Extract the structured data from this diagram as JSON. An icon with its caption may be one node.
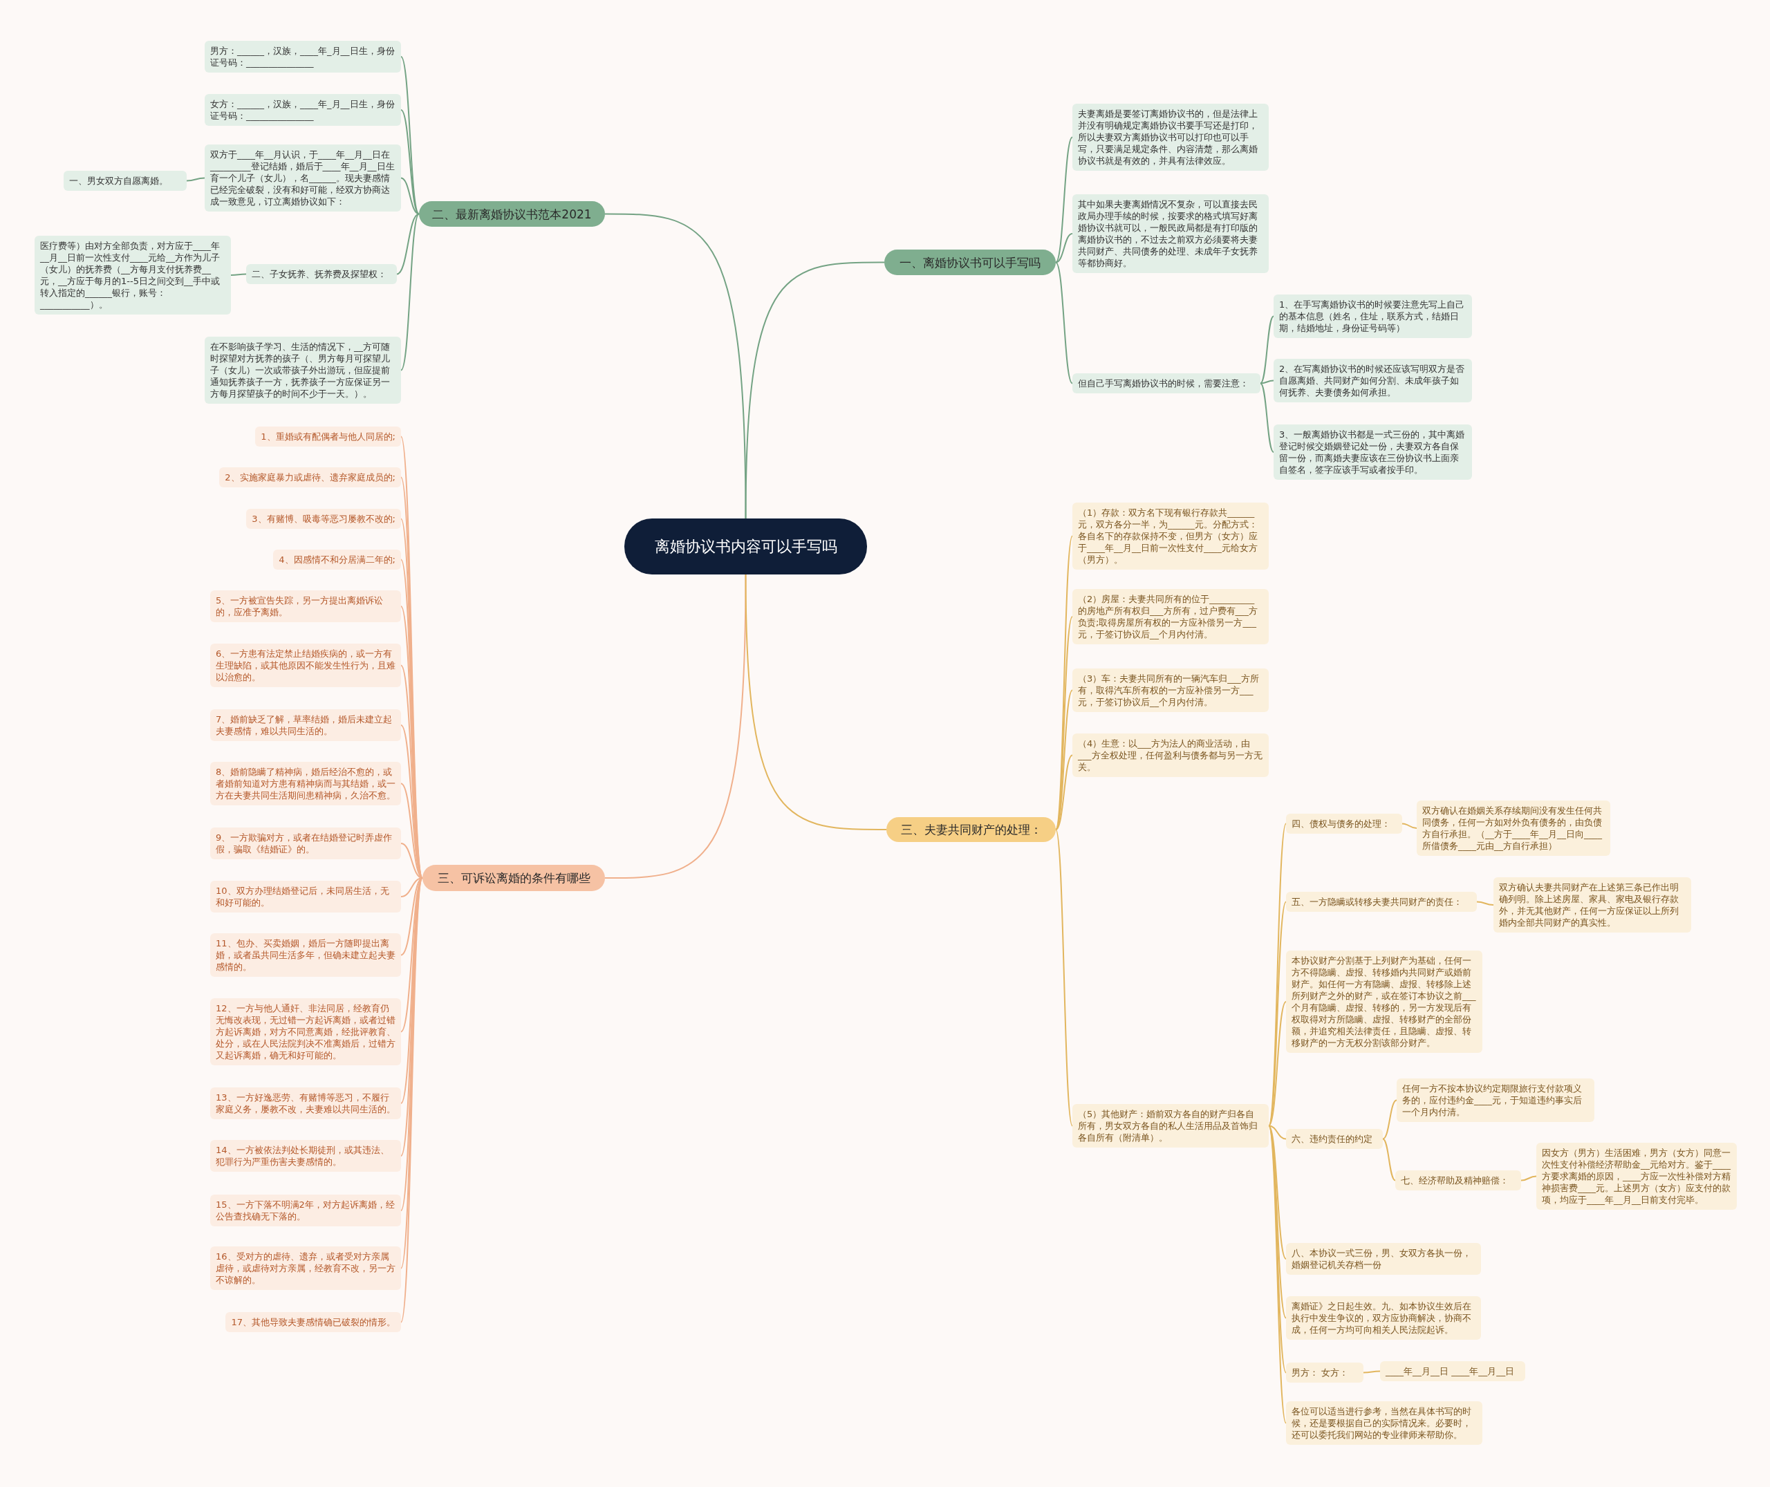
{
  "diagram": {
    "nodes": [
      {
        "text": [
          "离婚协议书内容可以手写吗"
        ]
      },
      {
        "text": [
          "一、离婚协议书可以手写吗"
        ]
      },
      {
        "text": [
          "夫妻离婚是要签订离婚协议书的，但是法律上并没有明确规定离婚协议书要手写还是打印，所以夫妻双方离婚协议书可以打印也可以手写，只要满足规定条件、内容清楚，那么离婚协议书就是有效的，并具有法律效应。"
        ]
      },
      {
        "text": [
          "其中如果夫妻离婚情况不复杂，可以直接去民政局办理手续的时候，按要求的格式填写好离婚协议书就可以，一般民政局都是有打印版的离婚协议书的，不过去之前双方必须要将夫妻共同财产、共同债务的处理、未成年子女抚养等都协商好。"
        ]
      },
      {
        "text": [
          "但自己手写离婚协议书的时候，需要注意："
        ]
      },
      {
        "text": [
          "1、在手写离婚协议书的时候要注意先写上自己的基本信息（姓名，住址，联系方式，结婚日期，结婚地址，身份证号码等）"
        ]
      },
      {
        "text": [
          "2、在写离婚协议书的时候还应该写明双方是否自愿离婚、共同财产如何分割、未成年孩子如何抚养、夫妻债务如何承担。"
        ]
      },
      {
        "text": [
          "3、一般离婚协议书都是一式三份的，其中离婚登记时候交婚姻登记处一份，夫妻双方各自保留一份，而离婚夫妻应该在三份协议书上面亲自签名，签字应该手写或者按手印。"
        ]
      },
      {
        "text": [
          "二、最新离婚协议书范本2021"
        ]
      },
      {
        "text": [
          "男方：______，汉族，____年_月__日生，身份证号码：_______________"
        ]
      },
      {
        "text": [
          "女方：______，汉族，____年_月__日生，身份证号码：_______________"
        ]
      },
      {
        "text": [
          "双方于____年__月认识，于____年__月__日在_________登记结婚，婚后于____年__月__日生育一个儿子（女儿），名______。现夫妻感情已经完全破裂，没有和好可能，经双方协商达成一致意见，订立离婚协议如下："
        ]
      },
      {
        "text": [
          "一、男女双方自愿离婚。"
        ]
      },
      {
        "text": [
          "二、子女抚养、抚养费及探望权："
        ]
      },
      {
        "text": [
          "医疗费等）由对方全部负责，对方应于____年__月__日前一次性支付____元给__方作为儿子（女儿）的抚养费（__方每月支付抚养费__元，__方应于每月的1--5日之间交到__手中或转入指定的______银行，账号：___________）。"
        ]
      },
      {
        "text": [
          "在不影响孩子学习、生活的情况下，__方可随时探望对方抚养的孩子（、男方每月可探望儿子（女儿）一次或带孩子外出游玩，但应提前通知抚养孩子一方，抚养孩子一方应保证另一方每月探望孩子的时间不少于一天。）。"
        ]
      },
      {
        "text": [
          "三、可诉讼离婚的条件有哪些"
        ]
      },
      {
        "text": [
          "1、重婚或有配偶者与他人同居的;"
        ]
      },
      {
        "text": [
          "2、实施家庭暴力或虐待、遗弃家庭成员的;"
        ]
      },
      {
        "text": [
          "3、有赌博、吸毒等恶习屡教不改的;"
        ]
      },
      {
        "text": [
          "4、因感情不和分居满二年的;"
        ]
      },
      {
        "text": [
          "5、一方被宣告失踪，另一方提出离婚诉讼的，应准予离婚。"
        ]
      },
      {
        "text": [
          "6、一方患有法定禁止结婚疾病的，或一方有生理缺陷，或其他原因不能发生性行为，且难以治愈的。"
        ]
      },
      {
        "text": [
          "7、婚前缺乏了解，草率结婚，婚后未建立起夫妻感情，难以共同生活的。"
        ]
      },
      {
        "text": [
          "8、婚前隐瞒了精神病，婚后经治不愈的，或者婚前知道对方患有精神病而与其结婚，或一方在夫妻共同生活期间患精神病，久治不愈。"
        ]
      },
      {
        "text": [
          "9、一方欺骗对方，或者在结婚登记时弄虚作假，骗取《结婚证》的。"
        ]
      },
      {
        "text": [
          "10、双方办理结婚登记后，未同居生活，无和好可能的。"
        ]
      },
      {
        "text": [
          "11、包办、买卖婚姻，婚后一方随即提出离婚，或者虽共同生活多年，但确未建立起夫妻感情的。"
        ]
      },
      {
        "text": [
          "12、一方与他人通奸、非法同居，经教育仍无悔改表现，无过错一方起诉离婚，或者过错方起诉离婚，对方不同意离婚，经批评教育、处分，或在人民法院判决不准离婚后，过错方又起诉离婚，确无和好可能的。"
        ]
      },
      {
        "text": [
          "13、一方好逸恶劳、有赌博等恶习，不履行家庭义务，屡教不改，夫妻难以共同生活的。"
        ]
      },
      {
        "text": [
          "14、一方被依法判处长期徒刑，或其违法、犯罪行为严重伤害夫妻感情的。"
        ]
      },
      {
        "text": [
          "15、一方下落不明满2年，对方起诉离婚，经公告查找确无下落的。"
        ]
      },
      {
        "text": [
          "16、受对方的虐待、遗弃，或者受对方亲属虐待，或虐待对方亲属，经教育不改，另一方不谅解的。"
        ]
      },
      {
        "text": [
          "17、其他导致夫妻感情确已破裂的情形。"
        ]
      },
      {
        "text": [
          "三、夫妻共同财产的处理："
        ]
      },
      {
        "text": [
          "（1）存款：双方名下现有银行存款共______元，双方各分一半，为______元。分配方式：各自名下的存款保持不变，但男方（女方）应于____年__月__日前一次性支付____元给女方（男方）。"
        ]
      },
      {
        "text": [
          "（2）房屋：夫妻共同所有的位于__________的房地产所有权归___方所有，过户费有___方负责;取得房屋所有权的一方应补偿另一方___元，于签订协议后__个月内付清。"
        ]
      },
      {
        "text": [
          "（3）车：夫妻共同所有的一辆汽车归___方所有，取得汽车所有权的一方应补偿另一方___元，于签订协议后__个月内付清。"
        ]
      },
      {
        "text": [
          "（4）生意：以___方为法人的商业活动，由___方全权处理，任何盈利与债务都与另一方无关。"
        ]
      },
      {
        "text": [
          "（5）其他财产：婚前双方各自的财产归各自所有，男女双方各自的私人生活用品及首饰归各自所有（附清单）。"
        ]
      },
      {
        "text": [
          "四、债权与债务的处理："
        ]
      },
      {
        "text": [
          "双方确认在婚姻关系存续期间没有发生任何共同债务，任何一方如对外负有债务的，由负债方自行承担。（__方于____年__月__日向____所借债务____元由__方自行承担）"
        ]
      },
      {
        "text": [
          "五、一方隐瞒或转移夫妻共同财产的责任："
        ]
      },
      {
        "text": [
          "双方确认夫妻共同财产在上述第三条已作出明确列明。除上述房屋、家具、家电及银行存款外，并无其他财产，任何一方应保证以上所列婚内全部共同财产的真实性。"
        ]
      },
      {
        "text": [
          "本协议财产分割基于上列财产为基础，任何一方不得隐瞒、虚报、转移婚内共同财产或婚前财产。如任何一方有隐瞒、虚报、转移除上述所列财产之外的财产，或在签订本协议之前___个月有隐瞒、虚报、转移的，另一方发现后有权取得对方所隐瞒、虚报、转移财产的全部份额，并追究相关法律责任，且隐瞒、虚报、转移财产的一方无权分割该部分财产。"
        ]
      },
      {
        "text": [
          "六、违约责任的约定"
        ]
      },
      {
        "text": [
          "任何一方不按本协议约定期限旅行支付款项义务的，应付违约金____元，于知道违约事实后一个月内付清。"
        ]
      },
      {
        "text": [
          "七、经济帮助及精神赔偿："
        ]
      },
      {
        "text": [
          "因女方（男方）生活困难，男方（女方）同意一次性支付补偿经济帮助金__元给对方。鉴于____方要求离婚的原因，____方应一次性补偿对方精神损害费____元。上述男方（女方）应支付的款项，均应于____年__月__日前支付完毕。"
        ]
      },
      {
        "text": [
          "八、本协议一式三份，男、女双方各执一份，婚姻登记机关存档一份"
        ]
      },
      {
        "text": [
          "离婚证》之日起生效。九、如本协议生效后在执行中发生争议的，双方应协商解决，协商不成，任何一方均可向相关人民法院起诉。"
        ]
      },
      {
        "text": [
          "男方： 女方："
        ]
      },
      {
        "text": [
          "____年__月__日 ____年__月__日"
        ]
      },
      {
        "text": [
          "各位可以适当进行参考，当然在具体书写的时候，还是要根据自己的实际情况来。必要时，还可以委托我们网站的专业律师来帮助你。"
        ]
      }
    ],
    "edges": [
      {
        "from": 0,
        "to": 1,
        "arrow": "none",
        "color": "#74a384"
      },
      {
        "from": 1,
        "to": 2,
        "arrow": "none",
        "color": "#74a384"
      },
      {
        "from": 1,
        "to": 3,
        "arrow": "none",
        "color": "#74a384"
      },
      {
        "from": 1,
        "to": 4,
        "arrow": "none",
        "color": "#74a384"
      },
      {
        "from": 4,
        "to": 5,
        "arrow": "none",
        "color": "#74a384"
      },
      {
        "from": 4,
        "to": 6,
        "arrow": "none",
        "color": "#74a384"
      },
      {
        "from": 4,
        "to": 7,
        "arrow": "none",
        "color": "#74a384"
      },
      {
        "from": 0,
        "to": 8,
        "arrow": "none",
        "color": "#74a384"
      },
      {
        "from": 8,
        "to": 9,
        "arrow": "none",
        "color": "#74a384"
      },
      {
        "from": 8,
        "to": 10,
        "arrow": "none",
        "color": "#74a384"
      },
      {
        "from": 8,
        "to": 11,
        "arrow": "none",
        "color": "#74a384"
      },
      {
        "from": 11,
        "to": 12,
        "arrow": "none",
        "color": "#74a384"
      },
      {
        "from": 8,
        "to": 13,
        "arrow": "none",
        "color": "#74a384"
      },
      {
        "from": 13,
        "to": 14,
        "arrow": "none",
        "color": "#74a384"
      },
      {
        "from": 8,
        "to": 15,
        "arrow": "none",
        "color": "#74a384"
      },
      {
        "from": 0,
        "to": 16,
        "arrow": "none",
        "color": "#f0b08c"
      },
      {
        "from": 16,
        "to": 17,
        "arrow": "none",
        "color": "#f0b08c"
      },
      {
        "from": 16,
        "to": 18,
        "arrow": "none",
        "color": "#f0b08c"
      },
      {
        "from": 16,
        "to": 19,
        "arrow": "none",
        "color": "#f0b08c"
      },
      {
        "from": 16,
        "to": 20,
        "arrow": "none",
        "color": "#f0b08c"
      },
      {
        "from": 16,
        "to": 21,
        "arrow": "none",
        "color": "#f0b08c"
      },
      {
        "from": 16,
        "to": 22,
        "arrow": "none",
        "color": "#f0b08c"
      },
      {
        "from": 16,
        "to": 23,
        "arrow": "none",
        "color": "#f0b08c"
      },
      {
        "from": 16,
        "to": 24,
        "arrow": "none",
        "color": "#f0b08c"
      },
      {
        "from": 16,
        "to": 25,
        "arrow": "none",
        "color": "#f0b08c"
      },
      {
        "from": 16,
        "to": 26,
        "arrow": "none",
        "color": "#f0b08c"
      },
      {
        "from": 16,
        "to": 27,
        "arrow": "none",
        "color": "#f0b08c"
      },
      {
        "from": 16,
        "to": 28,
        "arrow": "none",
        "color": "#f0b08c"
      },
      {
        "from": 16,
        "to": 29,
        "arrow": "none",
        "color": "#f0b08c"
      },
      {
        "from": 16,
        "to": 30,
        "arrow": "none",
        "color": "#f0b08c"
      },
      {
        "from": 16,
        "to": 31,
        "arrow": "none",
        "color": "#f0b08c"
      },
      {
        "from": 16,
        "to": 32,
        "arrow": "none",
        "color": "#f0b08c"
      },
      {
        "from": 16,
        "to": 33,
        "arrow": "none",
        "color": "#f0b08c"
      },
      {
        "from": 0,
        "to": 34,
        "arrow": "none",
        "color": "#e2b65e"
      },
      {
        "from": 34,
        "to": 35,
        "arrow": "none",
        "color": "#e2b65e"
      },
      {
        "from": 34,
        "to": 36,
        "arrow": "none",
        "color": "#e2b65e"
      },
      {
        "from": 34,
        "to": 37,
        "arrow": "none",
        "color": "#e2b65e"
      },
      {
        "from": 34,
        "to": 38,
        "arrow": "none",
        "color": "#e2b65e"
      },
      {
        "from": 34,
        "to": 39,
        "arrow": "none",
        "color": "#e2b65e"
      },
      {
        "from": 39,
        "to": 40,
        "arrow": "none",
        "color": "#e2b65e"
      },
      {
        "from": 40,
        "to": 41,
        "arrow": "none",
        "color": "#e2b65e"
      },
      {
        "from": 39,
        "to": 42,
        "arrow": "none",
        "color": "#e2b65e"
      },
      {
        "from": 42,
        "to": 43,
        "arrow": "none",
        "color": "#e2b65e"
      },
      {
        "from": 39,
        "to": 44,
        "arrow": "none",
        "color": "#e2b65e"
      },
      {
        "from": 39,
        "to": 45,
        "arrow": "none",
        "color": "#e2b65e"
      },
      {
        "from": 45,
        "to": 46,
        "arrow": "none",
        "color": "#e2b65e"
      },
      {
        "from": 45,
        "to": 47,
        "arrow": "none",
        "color": "#e2b65e"
      },
      {
        "from": 47,
        "to": 48,
        "arrow": "none",
        "color": "#e2b65e"
      },
      {
        "from": 39,
        "to": 49,
        "arrow": "none",
        "color": "#e2b65e"
      },
      {
        "from": 39,
        "to": 50,
        "arrow": "none",
        "color": "#e2b65e"
      },
      {
        "from": 39,
        "to": 51,
        "arrow": "none",
        "color": "#e2b65e"
      },
      {
        "from": 51,
        "to": 52,
        "arrow": "none",
        "color": "#e2b65e"
      },
      {
        "from": 39,
        "to": 53,
        "arrow": "none",
        "color": "#e2b65e"
      }
    ]
  }
}
